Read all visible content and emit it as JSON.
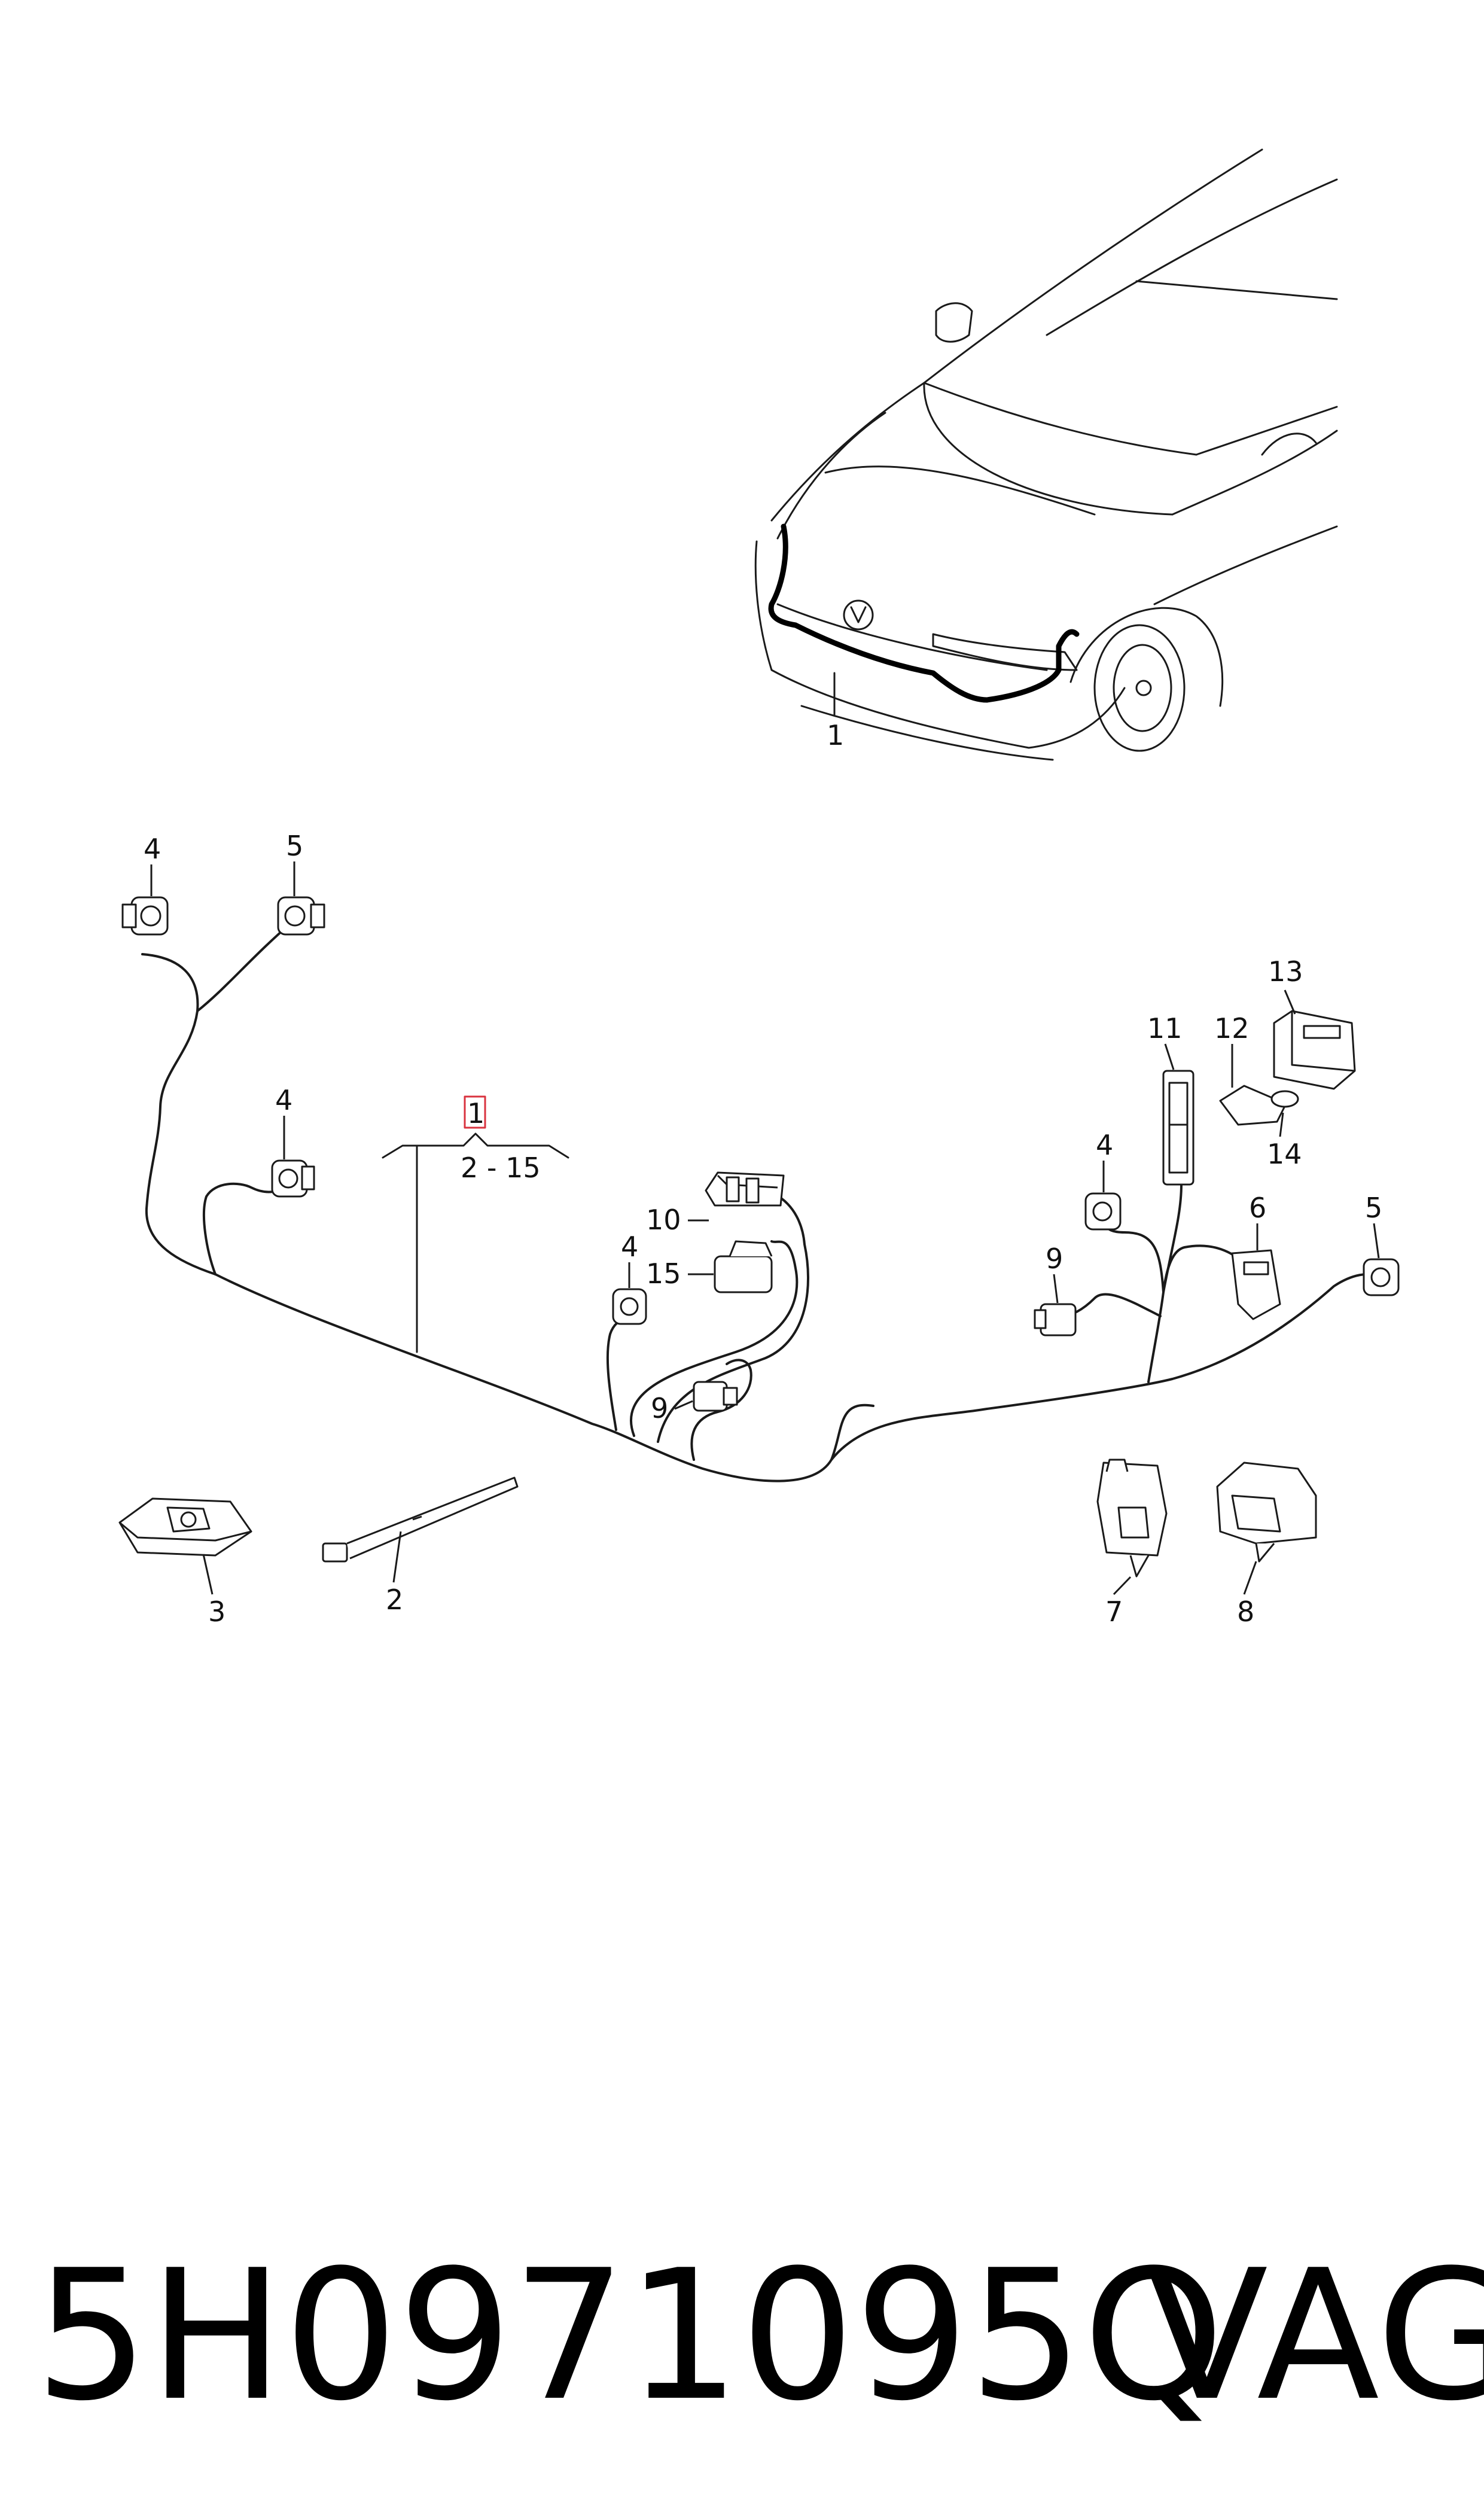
{
  "diagram": {
    "car_callout": "1",
    "group": {
      "main": "1",
      "range": "2 - 15"
    },
    "labels": {
      "l4a": "4",
      "l5a": "5",
      "l4b": "4",
      "l4c": "4",
      "l10": "10",
      "l15": "15",
      "l9a": "9",
      "l11": "11",
      "l12": "12",
      "l13": "13",
      "l14": "14",
      "l4d": "4",
      "l6": "6",
      "l5b": "5",
      "l9b": "9",
      "l3": "3",
      "l2": "2",
      "l7": "7",
      "l8": "8"
    }
  },
  "footer": {
    "part_number": "5H0971095Q",
    "brand": "VAG"
  }
}
